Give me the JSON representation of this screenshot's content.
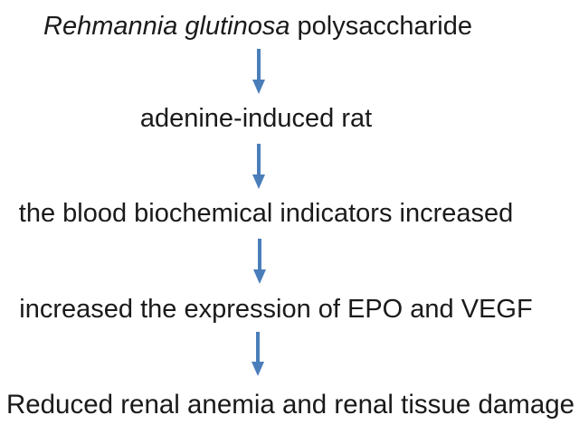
{
  "flowchart": {
    "steps": [
      {
        "label_italic": "Rehmannia glutinosa",
        "label": " polysaccharide"
      },
      {
        "label": "adenine-induced rat"
      },
      {
        "label": "the blood biochemical indicators increased"
      },
      {
        "label": "increased the expression of EPO and VEGF"
      },
      {
        "label": "Reduced renal anemia and renal tissue damage"
      }
    ]
  },
  "colors": {
    "arrow": "#4a7ebb",
    "text": "#1a1a1a",
    "background": "#ffffff"
  },
  "icons": {
    "connector": "down-arrow-icon"
  }
}
